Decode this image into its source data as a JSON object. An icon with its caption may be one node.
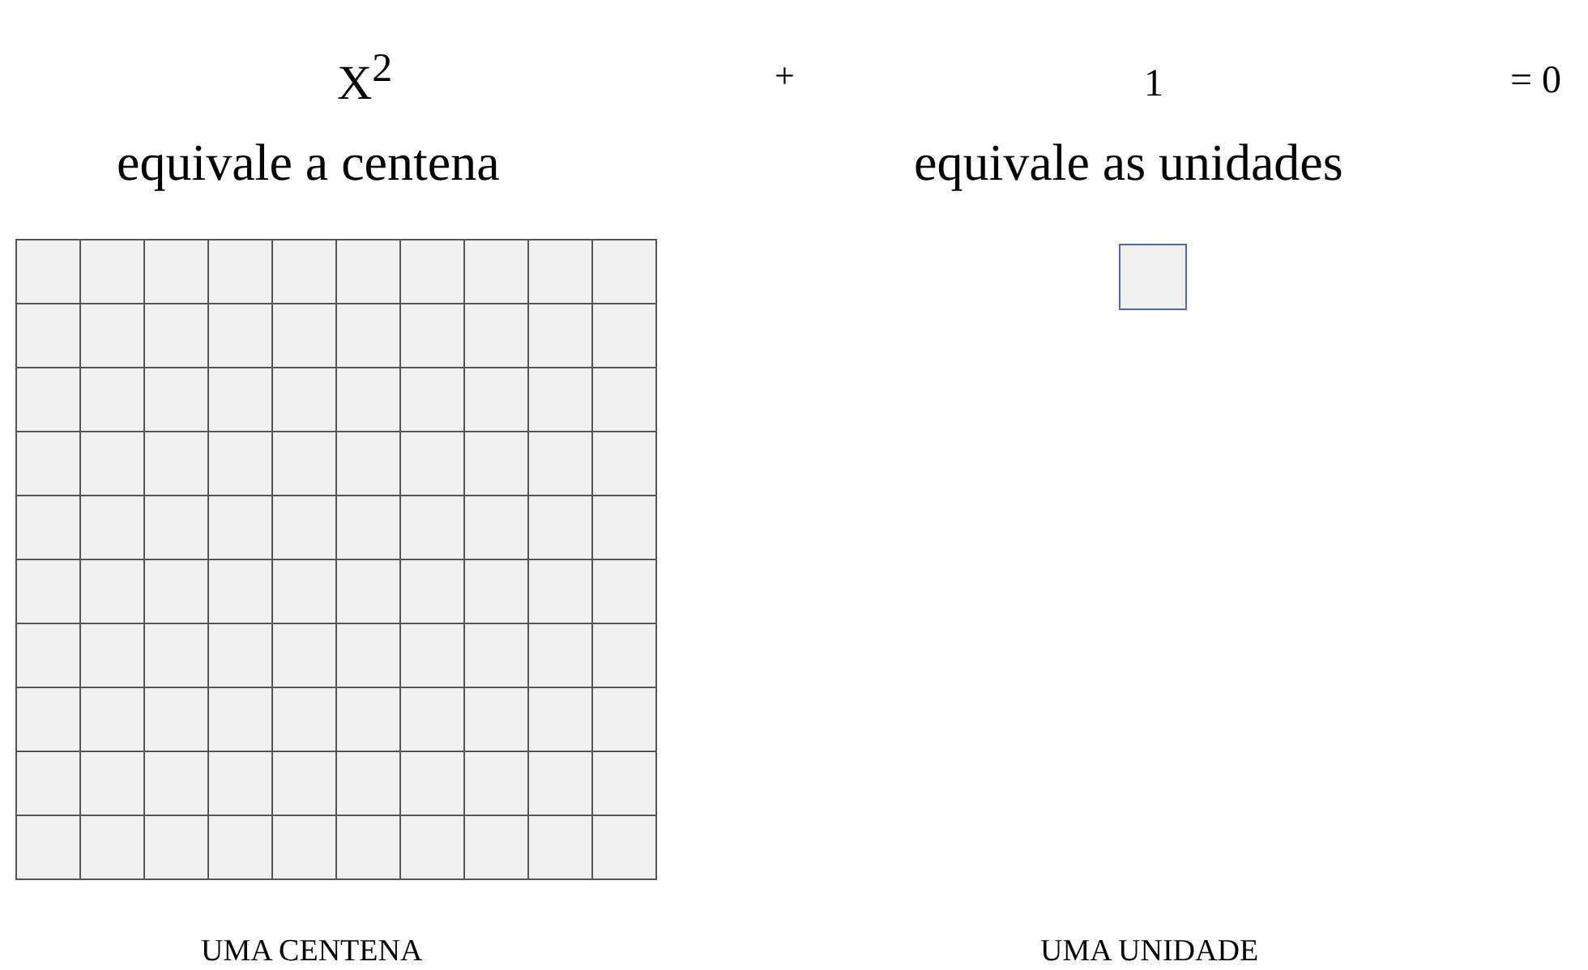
{
  "diagram": {
    "labels": [
      "X$^{2}$",
      "+",
      "1",
      "= 0",
      "equivale a centena",
      "equivale as unidades",
      "UMA CENTENA",
      "UMA UNIDADE"
    ]
  }
}
